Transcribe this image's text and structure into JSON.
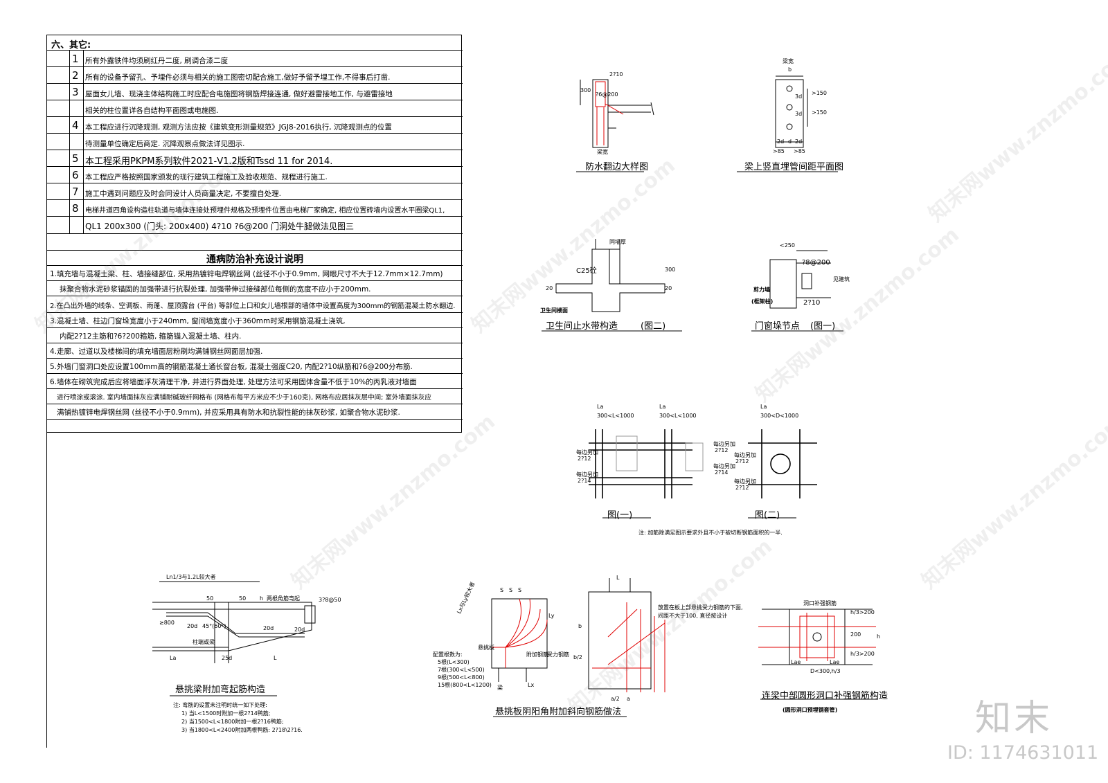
{
  "notes": {
    "section_title": "六、其它:",
    "items": [
      {
        "num": "1",
        "text": "所有外露铁件均须刷红丹二度, 刷调合漆二度"
      },
      {
        "num": "2",
        "text": "所有的设备予留孔、予埋件必须与相关的施工图密切配合施工,做好予留予埋工作,不得事后打凿."
      },
      {
        "num": "3",
        "text": "屋面女儿墙、现浇主体结构施工时应配合电施图将钢筋焊接连通, 做好避雷接地工作, 与避雷接地"
      },
      {
        "num": "",
        "text": "相关的柱位置详各自结构平面图或电施图."
      },
      {
        "num": "4",
        "text": "本工程应进行沉降观测, 观测方法应按《建筑变形测量规范》JGJ8-2016执行, 沉降观测点的位置"
      },
      {
        "num": "",
        "text": "待测量单位确定后商定. 沉降观察点做法详见图示."
      },
      {
        "num": "5",
        "text": "本工程采用PKPM系列软件2021-V1.2版和Tssd 11 for 2014."
      },
      {
        "num": "6",
        "text": "本工程应严格按照国家颁发的现行建筑工程施工及验收规范、规程进行施工."
      },
      {
        "num": "7",
        "text": "施工中遇到问题应及时会同设计人员商量决定, 不要擅自处理."
      },
      {
        "num": "8",
        "text": "电梯井道四角设构造柱轨道与墙体连接处预埋件规格及预埋件位置由电梯厂家确定, 相应位置砖墙内设置水平圈梁QL1,"
      },
      {
        "num": "",
        "text": "QL1 200x300 (门头: 200x400) 4?10 ?6@200 门洞处牛腿做法见图三"
      }
    ]
  },
  "supplement": {
    "title": "通病防治补充设计说明",
    "lines": [
      "1.填充墙与混凝土梁、柱、墙接缝部位, 采用热镀锌电焊钢丝网 (丝径不小于0.9mm, 网眼尺寸不大于12.7mm×12.7mm)",
      "抹聚合物水泥砂浆锚固的加强带进行抗裂处理, 加强带伸过接缝部位每侧的宽度不应小于200mm.",
      "2.在凸出外墙的线条、空调板、雨蓬、屋顶露台 (平台) 等部位上口和女儿墙根部的墙体中设置高度为300mm的钢筋混凝土防水翻边.",
      "3.混凝土墙、柱边门窗垛宽度小于240mm, 窗间墙宽度小于360mm时采用钢筋混凝土浇筑,",
      "内配2?12主筋和?6?200箍筋, 箍筋锚入混凝土墙、柱内.",
      "4.走廊、过道以及楼梯间的填充墙面层粉刷均满铺钢丝网面层加强.",
      "5.外墙门窗洞口处应设置100mm高的钢筋混凝土通长窗台板, 混凝土强度C20, 内配2?10纵筋和?6@200分布筋.",
      "6.墙体在砌筑完成后应将墙面浮灰清理干净, 并进行界面处理, 处理方法可采用固体含量不低于10%的丙乳液对墙面",
      "进行喷涂或滚涂. 室内墙面抹灰应满铺耐碱玻纤网格布 (网格布每平方米应不少于160克), 网格布应居抹灰层中间; 室外墙面抹灰应",
      "满铺热镀锌电焊钢丝网 (丝径不小于0.9mm), 并应采用具有防水和抗裂性能的抹灰砂浆, 如聚合物水泥砂浆."
    ]
  },
  "details": {
    "waterproof_upturn": {
      "caption": "防水翻边大样图",
      "dim_300": "300",
      "rebar_top": "2?10",
      "stirrup": "?6@200",
      "label_bottom": "梁宽"
    },
    "beam_pipe": {
      "caption": "梁上竖直埋管间距平面图",
      "label_top": "梁宽",
      "label_b": "b",
      "dims": [
        "3d",
        "3d",
        ">150",
        ">150"
      ],
      "bottom_dims": [
        "2d",
        "d",
        "2d"
      ],
      "bottom_ge": [
        ">85",
        ">85"
      ]
    },
    "toilet_waterstop": {
      "caption": "卫生间止水带构造",
      "fig": "(图二)",
      "concrete": "C25砼",
      "dim_300": "300",
      "dim_20": "20",
      "dim_20b": "20",
      "floor_label": "卫生间楼面",
      "wall_label": "同墙厚"
    },
    "door_pier": {
      "caption": "门窗垛节点",
      "fig": "(图一)",
      "dim_250": "<250",
      "stirrup": "?8@200",
      "rebar": "2?10",
      "wall_label": "剪力墙",
      "wall_label2": "(框架柱)",
      "side_label": "见建筑"
    },
    "opening_rebar": {
      "fig1": "图(一)",
      "fig2": "图(二)",
      "la": "La",
      "range1": "300<L<1000",
      "range2": "300<L<1000",
      "range3": "300<D<1000",
      "side1": [
        "每边另加",
        "2?12",
        "每边另加",
        "2?14"
      ],
      "side2": [
        "每边另加",
        "2?12",
        "每边另加",
        "2?14"
      ],
      "side3": [
        "每边另加",
        "2?12",
        "每边另加",
        "2?12"
      ],
      "note": "注: 加筋除满足图示要求外且不小于被切断钢筋面积的一半."
    },
    "cantilever_beam": {
      "caption": "悬挑梁附加弯起筋构造",
      "top_label": "Ln1/3与1.2L较大者",
      "labels": [
        "50",
        "50",
        "h",
        "3?8@50",
        "两根角筋弯起",
        "≥800",
        "20d",
        "45°(60°)",
        "20d",
        "20d",
        "柱端或梁",
        "La",
        "25d",
        "L"
      ],
      "notes": [
        "注: 弯筋的设置未注明时统一如下处理:",
        "1) 当L<1500时附加一根2?14鸭筋;",
        "2) 当1500<L<1800附加一根2?16鸭筋;",
        "3) 当1800<L<2400附加两根鸭筋: 2?18\\2?16."
      ]
    },
    "cantilever_slab": {
      "caption": "悬挑板阴阳角附加斜向钢筋做法",
      "labels": [
        "Lx与Ly较大者",
        "S",
        "S",
        "S",
        "Ly",
        "Lx",
        "L",
        "悬挑板",
        "受力钢筋",
        "附加钢筋",
        "梁",
        "b/2",
        "a/2",
        "b",
        "a"
      ],
      "count_title": "配置根数为:",
      "counts": [
        "5根(L<300)",
        "7根(300<L<500)",
        "9根(500<L<800)",
        "15根(800<L<1200)"
      ],
      "slab_notes": [
        "放置在板上部悬挑受力钢筋的下面,",
        "间距不大于100, 直径按设计"
      ]
    },
    "coupling_beam": {
      "caption": "连梁中部圆形洞口补强钢筋构造",
      "sub": "(圆形洞口预埋钢套管)",
      "labels": [
        "洞口补强钢筋",
        "h/3>200",
        "h/3>200",
        "D<300,h/3",
        "Lae",
        "Lae",
        "h",
        "200"
      ]
    }
  },
  "watermark": {
    "text": "知末网www.znzmo.com",
    "logo": "知末",
    "id": "ID: 1174631011"
  },
  "colors": {
    "rebar": "#e00000",
    "line": "#000000",
    "watermark": "#c8c8c8"
  }
}
